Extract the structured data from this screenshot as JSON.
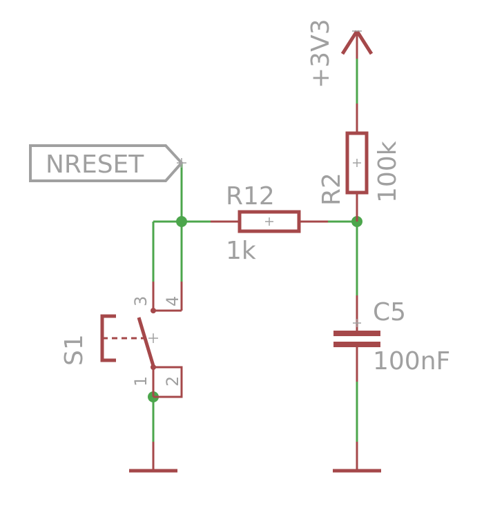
{
  "labels": {
    "power": "+3V3",
    "net_label": "NRESET",
    "r12_name": "R12",
    "r12_value": "1k",
    "r2_name": "R2",
    "r2_value": "100k",
    "c5_name": "C5",
    "c5_value": "100nF",
    "s1_name": "S1",
    "s1_pin1": "1",
    "s1_pin2": "2",
    "s1_pin3": "3",
    "s1_pin4": "4"
  },
  "colors": {
    "wire": "#4ca64c",
    "component": "#a5484a",
    "text": "#a0a0a0",
    "junction": "#4ca64c"
  }
}
